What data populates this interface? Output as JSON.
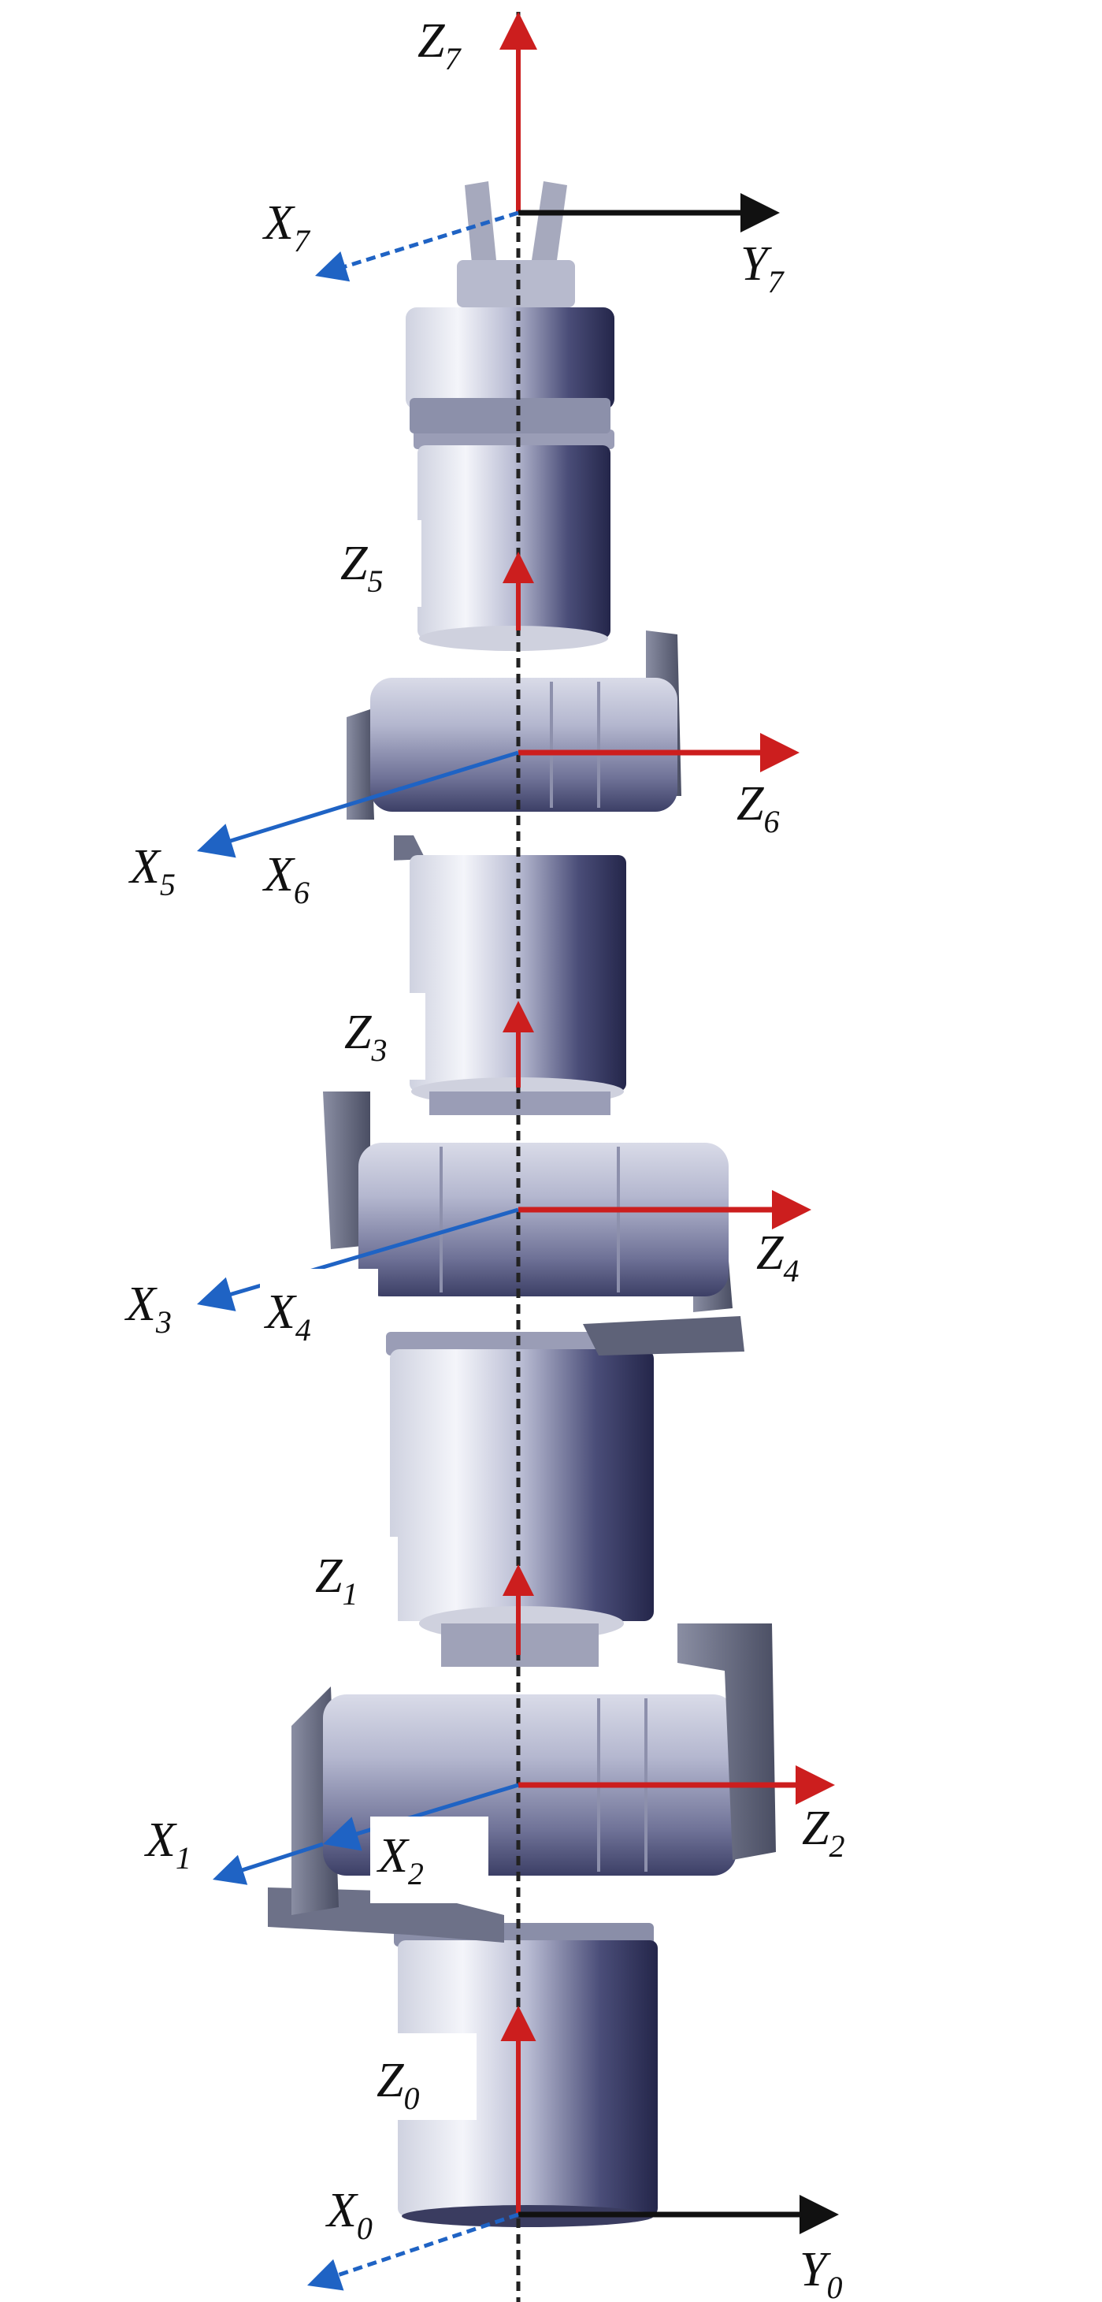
{
  "colors": {
    "z_axis": "#cc1e1e",
    "x_axis": "#1f63c4",
    "y_axis": "#111111",
    "centerline": "#222222",
    "motor_light": "#eef0f6",
    "motor_dark": "#2a2c52",
    "bracket": "#5a5f74"
  },
  "frames": [
    {
      "id": "frame-7",
      "x_label": "X",
      "x_sub": "7",
      "y_label": "Y",
      "y_sub": "7",
      "z_label": "Z",
      "z_sub": "7"
    },
    {
      "id": "frame-5",
      "z_label": "Z",
      "z_sub": "5"
    },
    {
      "id": "frame-6",
      "z_label": "Z",
      "z_sub": "6",
      "x5_label": "X",
      "x5_sub": "5",
      "x6_label": "X",
      "x6_sub": "6"
    },
    {
      "id": "frame-3",
      "z_label": "Z",
      "z_sub": "3"
    },
    {
      "id": "frame-4",
      "z_label": "Z",
      "z_sub": "4",
      "x3_label": "X",
      "x3_sub": "3",
      "x4_label": "X",
      "x4_sub": "4"
    },
    {
      "id": "frame-1",
      "z_label": "Z",
      "z_sub": "1"
    },
    {
      "id": "frame-2",
      "z_label": "Z",
      "z_sub": "2",
      "x1_label": "X",
      "x1_sub": "1",
      "x2_label": "X",
      "x2_sub": "2"
    },
    {
      "id": "frame-0",
      "z_label": "Z",
      "z_sub": "0",
      "x_label": "X",
      "x_sub": "0",
      "y_label": "Y",
      "y_sub": "0"
    }
  ]
}
